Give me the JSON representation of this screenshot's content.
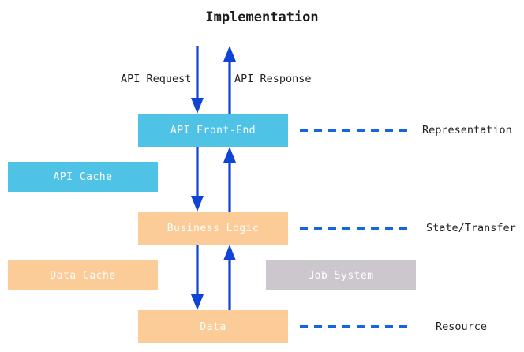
{
  "title": "Implementation",
  "accent_colors": {
    "representation_fill": "#4ec3e6",
    "state_transfer_fill": "#fbcb98",
    "job_system_fill": "#cbc7cd",
    "arrow_blue": "#1044d6",
    "dash_blue": "#1565e0",
    "box_text": "#ffffff",
    "page_background": "#ffffff",
    "label_text": "#222222"
  },
  "flow_labels": [
    {
      "id": "api-request",
      "text": "API Request",
      "direction": "down"
    },
    {
      "id": "api-response",
      "text": "API Response",
      "direction": "up"
    }
  ],
  "nodes": [
    {
      "id": "api-front-end",
      "label": "API Front-End",
      "layer": "representation",
      "kind": "primary"
    },
    {
      "id": "api-cache",
      "label": "API Cache",
      "layer": "representation",
      "kind": "cache"
    },
    {
      "id": "business-logic",
      "label": "Business Logic",
      "layer": "state-transfer",
      "kind": "primary"
    },
    {
      "id": "data-cache",
      "label": "Data Cache",
      "layer": "state-transfer",
      "kind": "cache"
    },
    {
      "id": "job-system",
      "label": "Job System",
      "layer": "state-transfer",
      "kind": "auxiliary"
    },
    {
      "id": "data",
      "label": "Data",
      "layer": "resource",
      "kind": "primary"
    }
  ],
  "layer_labels": [
    {
      "id": "representation",
      "text": "Representation"
    },
    {
      "id": "state-transfer",
      "text": "State/Transfer"
    },
    {
      "id": "resource",
      "text": "Resource"
    }
  ]
}
